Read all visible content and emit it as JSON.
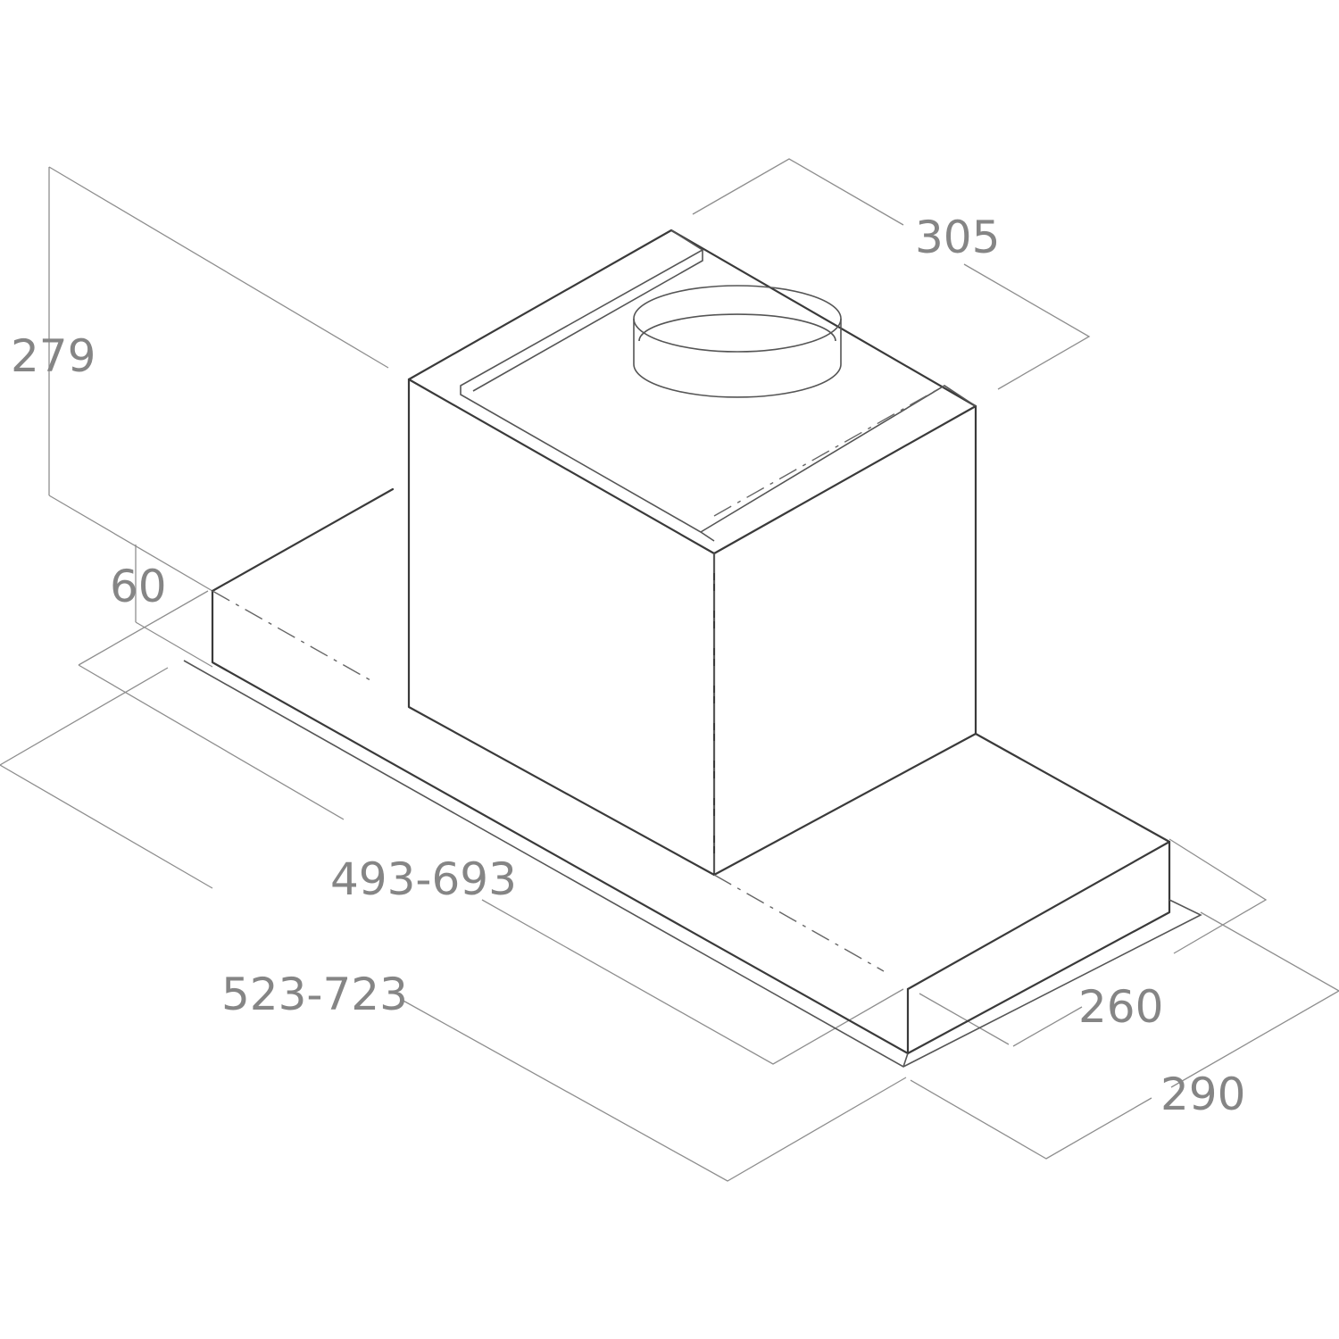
{
  "dimensions": {
    "height_total": "279",
    "height_base": "60",
    "top_depth": "305",
    "inner_width": "493-693",
    "outer_width": "523-723",
    "inner_depth": "260",
    "outer_depth": "290"
  }
}
